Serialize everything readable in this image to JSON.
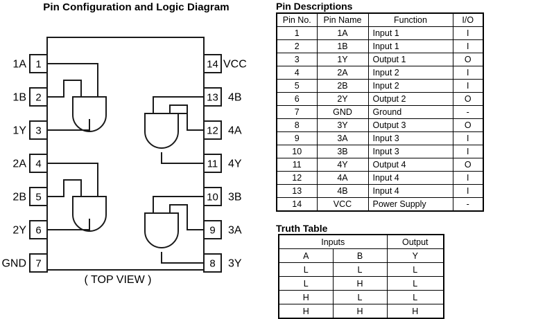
{
  "diagram": {
    "title": "Pin Configuration and Logic Diagram",
    "caption": "( TOP VIEW )",
    "package_view": "DIP-14 top view",
    "left_pins": [
      {
        "number": "1",
        "name": "1A"
      },
      {
        "number": "2",
        "name": "1B"
      },
      {
        "number": "3",
        "name": "1Y"
      },
      {
        "number": "4",
        "name": "2A"
      },
      {
        "number": "5",
        "name": "2B"
      },
      {
        "number": "6",
        "name": "2Y"
      },
      {
        "number": "7",
        "name": "GND"
      }
    ],
    "right_pins": [
      {
        "number": "14",
        "name": "VCC"
      },
      {
        "number": "13",
        "name": "4B"
      },
      {
        "number": "12",
        "name": "4A"
      },
      {
        "number": "11",
        "name": "4Y"
      },
      {
        "number": "10",
        "name": "3B"
      },
      {
        "number": "9",
        "name": "3A"
      },
      {
        "number": "8",
        "name": "3Y"
      }
    ],
    "gates": [
      {
        "id": "gate-1",
        "inputs": [
          "1",
          "2"
        ],
        "output": "3",
        "type": "and-gate"
      },
      {
        "id": "gate-2",
        "inputs": [
          "4",
          "5"
        ],
        "output": "6",
        "type": "and-gate"
      },
      {
        "id": "gate-3",
        "inputs": [
          "10",
          "9"
        ],
        "output": "8",
        "type": "and-gate"
      },
      {
        "id": "gate-4",
        "inputs": [
          "13",
          "12"
        ],
        "output": "11",
        "type": "and-gate"
      }
    ]
  },
  "pin_descriptions": {
    "title": "Pin Descriptions",
    "headers": [
      "Pin No.",
      "Pin Name",
      "Function",
      "I/O"
    ],
    "rows": [
      [
        "1",
        "1A",
        "Input 1",
        "I"
      ],
      [
        "2",
        "1B",
        "Input 1",
        "I"
      ],
      [
        "3",
        "1Y",
        "Output 1",
        "O"
      ],
      [
        "4",
        "2A",
        "Input 2",
        "I"
      ],
      [
        "5",
        "2B",
        "Input 2",
        "I"
      ],
      [
        "6",
        "2Y",
        "Output 2",
        "O"
      ],
      [
        "7",
        "GND",
        "Ground",
        "-"
      ],
      [
        "8",
        "3Y",
        "Output 3",
        "O"
      ],
      [
        "9",
        "3A",
        "Input 3",
        "I"
      ],
      [
        "10",
        "3B",
        "Input 3",
        "I"
      ],
      [
        "11",
        "4Y",
        "Output 4",
        "O"
      ],
      [
        "12",
        "4A",
        "Input 4",
        "I"
      ],
      [
        "13",
        "4B",
        "Input 4",
        "I"
      ],
      [
        "14",
        "VCC",
        "Power Supply",
        "-"
      ]
    ]
  },
  "truth_table": {
    "title": "Truth Table",
    "group_headers": [
      "Inputs",
      "Output"
    ],
    "headers": [
      "A",
      "B",
      "Y"
    ],
    "rows": [
      [
        "L",
        "L",
        "L"
      ],
      [
        "L",
        "H",
        "L"
      ],
      [
        "H",
        "L",
        "L"
      ],
      [
        "H",
        "H",
        "H"
      ]
    ]
  },
  "colors": {
    "line": "#1a1a1a",
    "background": "#ffffff"
  }
}
